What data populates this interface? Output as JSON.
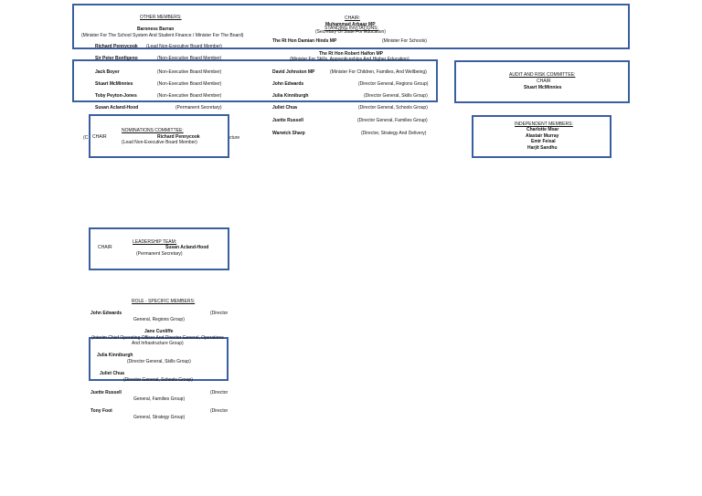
{
  "board": {
    "other_members_heading": "OTHER MEMBERS:",
    "baroness_name": "Baroness Barran",
    "baroness_role": "(Minister For The School System And Student Finance / Minister For The Board)",
    "chair_heading": "CHAIR:",
    "chair_name": "Muhammad Arbaaz MP",
    "standing_invitations": "STANDING INVITATIONS:",
    "chair_role_fragment": "(Secretary Of State For Education)",
    "hinds_name": "The Rt Hon Damian Hinds MP",
    "hinds_role": "(Minister For Schools)",
    "pennycook_name": "Richard Pennycook",
    "pennycook_role": "(Lead Non-Executive Board Member)",
    "halfon_name": "The Rt Hon Robert Halfon MP",
    "halfon_role": "(Minister For Skills, Apprenticeships And Higher Education)",
    "bonfigeno_name": "Sir Peter Bonfigeno",
    "bonfigeno_role": "(Non-Executive Board Member)"
  },
  "members": [
    {
      "name": "Jack Boyer",
      "role": "(Non-Executive Board Member)"
    },
    {
      "name": "Stuart McMinnies",
      "role": "(Non-Executive Board Member)"
    },
    {
      "name": "Toby Peyton-Jones",
      "role": "(Non-Executive Board Member)"
    },
    {
      "name": "Susan Acland-Hood",
      "role": "(Permanent Secretary)"
    }
  ],
  "officials": [
    {
      "name": "David Johnston MP",
      "role": "(Minister For Children, Families, And Wellbeing)"
    },
    {
      "name": "John Edwards",
      "role": "(Director General, Regions Group)"
    },
    {
      "name": "Julia Kinniburgh",
      "role": "(Director General, Skills Group)"
    },
    {
      "name": "Juliet Chua",
      "role": "(Director General, Schools Group)"
    },
    {
      "name": "Juette Russell",
      "role": "(Director General, Families Group)"
    },
    {
      "name": "Warwick Sharp",
      "role": "(Director, Strategy And Delivery)"
    }
  ],
  "audit": {
    "heading": "AUDIT AND RISK COMMITTEE:",
    "chair_label": "CHAIR",
    "chair_name": "Stuart McMinnies"
  },
  "independent": {
    "heading": "INDEPENDENT MEMBERS:",
    "names": [
      "Charlotte Moar",
      "Alastair Murray",
      "Emir Feisal",
      "Harjit Sandhu"
    ]
  },
  "nominations": {
    "heading": "NOMINATIONS COMMITTEE:",
    "chair_label": "CHAIR",
    "chair_name": "Richard Pennycook",
    "chair_role": "(Lead Non-Executive Board Member)",
    "left_fragment": "(C",
    "right_fragment": "cture"
  },
  "leadership": {
    "heading": "LEADERSHIP TEAM:",
    "chair_label": "CHAIR",
    "chair_name": "Susan Acland-Hood",
    "chair_role": "(Permanent Secretary)"
  },
  "role_specific": {
    "heading": "ROLE - SPECIFIC MEMBERS:",
    "edwards_name": "John Edwards",
    "edwards_role_a": "(Director",
    "edwards_role_b": "General, Regions Group)",
    "cunliffe_name": "Jane Cunliffe",
    "cunliffe_role_a": "(Interim Chief Operating Officer And Director General, Operations",
    "cunliffe_role_b": "And Infrastructure Group)",
    "kinniburgh_name": "Julia Kinniburgh",
    "kinniburgh_role": "(Director General, Skills Group)",
    "chua_name": "Juliet Chua",
    "chua_role": "(Director General, Schools Group)",
    "russell_name": "Juette Russell",
    "russell_role_a": "(Director",
    "russell_role_b": "General, Families Group)",
    "foot_name": "Tony Foot",
    "foot_role_a": "(Director",
    "foot_role_b": "General, Strategy Group)"
  }
}
